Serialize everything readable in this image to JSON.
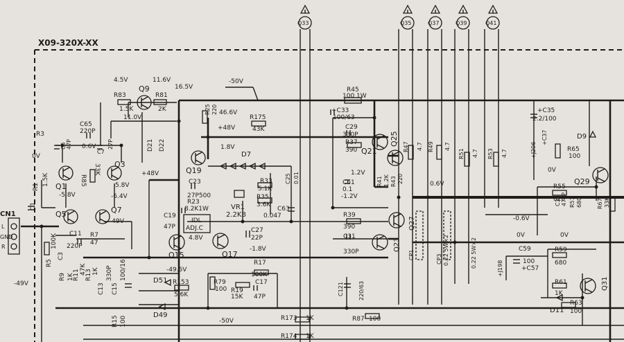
{
  "board_label": "X09-320X-XX",
  "connector": {
    "id": "CN1",
    "pins": [
      "L",
      "GND",
      "R"
    ]
  },
  "output_terminals": [
    {
      "id": "Q33"
    },
    {
      "id": "Q35"
    },
    {
      "id": "Q37"
    },
    {
      "id": "Q39"
    },
    {
      "id": "Q41"
    }
  ],
  "transistors": {
    "q1": "Q1",
    "q3": "Q3",
    "q5": "Q5",
    "q7": "Q7",
    "q9": "Q9",
    "q15": "Q15",
    "q17": "Q17",
    "q19": "Q19",
    "q21": "Q21",
    "q23": "Q23",
    "q25": "Q25",
    "q27": "Q27",
    "q29": "Q29",
    "q31": "Q31"
  },
  "diodes": {
    "d7": "D7",
    "d9": "D9",
    "d11": "D11",
    "d21": "D21",
    "d22": "D22",
    "d49": "D49",
    "d51": "D51",
    "j206": "+J206",
    "j198": "+J198"
  },
  "capacitors": {
    "c1": "C1",
    "c3": "C3",
    "c5": "C5",
    "c5_val": "47P",
    "c7": "C7",
    "c7_val": "27P",
    "c11": "C11",
    "c11_val": "220P",
    "c13": "C13",
    "c13_val": "330P",
    "c15": "C15",
    "c15_val": "100/16",
    "c17": "C17",
    "c17_val": "47P",
    "c19": "C19",
    "c19_val": "47P",
    "c23": "C23",
    "c23_val": "27P500",
    "c25": "C25",
    "c25_val": "0.01",
    "c27": "C27",
    "c27_val": "22P",
    "c29": "C29",
    "c29_val": "330P",
    "c31": "C31",
    "c31_val": "330P",
    "c33": "+C33",
    "c33_val": "100/63",
    "c35": "+C35",
    "c35_val": "2.2/100",
    "c37": "+C37",
    "c39": "C39",
    "c39_val": "470P",
    "c57": "+C57",
    "c59": "C59",
    "c59_val": "100",
    "c61": "C61",
    "c61_val": "0.1",
    "c63": "C63",
    "c63_val": "0.047",
    "c65": "C65",
    "c65_val": "220P",
    "c121": "C121",
    "c121_val": "220/63",
    "cp1": "CP1",
    "cp1_val": "0.22 5W×2",
    "cp3": "CP3",
    "cp3_val": "0.22 5W×2"
  },
  "resistors": {
    "r1": "R1",
    "r1_val": "1.5K",
    "r3": "R3",
    "r5": "R5",
    "r5_val": "100K",
    "r7": "R7",
    "r7_val": "47",
    "r9": "R9",
    "r9_val": "1K",
    "r11": "R11",
    "r11_val": "47K",
    "r13": "R13",
    "r13_val": "1K",
    "r15": "R15",
    "r15_val": "100",
    "r17": "R17",
    "r17_val": "100K",
    "r19": "R19",
    "r19_val": "15K",
    "r23": "R23",
    "r23_val": "8.2K1W",
    "r25": "R25",
    "r25_val": "220",
    "r33": "R33",
    "r33_val": "5.1K",
    "r35": "R35",
    "r35_val": "3.6K",
    "r37": "R37",
    "r37_val": "390",
    "r39": "R39",
    "r39_val": "390",
    "r41": "R41",
    "r41_val": "1.2K",
    "r43": "R43",
    "r43_val": "220",
    "r45": "R45",
    "r45_val": "100 1W",
    "r47": "R47",
    "r47_val": "4.7",
    "r49": "R49",
    "r49_val": "4.7",
    "r51": "R51",
    "r51_val": "4.7",
    "r53": "R53",
    "r53_val": "4.7",
    "r55": "R55",
    "r55_val": "820",
    "r57": "R57",
    "r57_val": "680",
    "r59": "R59",
    "r59_val": "680",
    "r61": "R61",
    "r61_val": "1K",
    "r63": "R63",
    "r63_val": "100",
    "r65": "R65",
    "r65_val": "100",
    "r67": "R67",
    "r67_val": "33K",
    "r79": "R79",
    "r79_val": "100",
    "r81": "R81",
    "r81_val": "2K",
    "r83": "R83",
    "r83_val": "1.5K",
    "r85": "R85",
    "r85_val": "33K",
    "r87": "R87",
    "r87_val": "100",
    "r153": "R153",
    "r153_val": "5.6K",
    "r173": "R173",
    "r173_val": "1K",
    "r174": "R174",
    "r174_val": "1K",
    "r175": "R175",
    "r175_val": "43K"
  },
  "vr1": {
    "id": "VR1",
    "value": "2.2K8"
  },
  "idle_adjust": {
    "line1": "IDL",
    "line2": "ADJ.C"
  },
  "voltages": {
    "v_45": "4.5V",
    "v_116": "11.6V",
    "v_165": "16.5V",
    "v_110": "11.0V",
    "v_m50_top": "-50V",
    "v_466": "46.6V",
    "v_p48_a": "+48V",
    "v_p48_b": "+48V",
    "v_18": "1.8V",
    "v_0_a": "0V",
    "v_06_a": "0.6V",
    "v_58": "5.8V",
    "v_m58": "-5.8V",
    "v_m64": "-6.4V",
    "v_m49": "-49V",
    "v_m49b": "-49V",
    "v_m496": "-49.6V",
    "v_48": "4.8V",
    "v_m18": "-1.8V",
    "v_12": "1.2V",
    "v_m12": "-1.2V",
    "v_06_b": "0.6V",
    "v_m06": "-0.6V",
    "v_0_b": "0V",
    "v_0_c": "0V",
    "v_0_d": "0V",
    "v_m50_bot": "-50V"
  }
}
